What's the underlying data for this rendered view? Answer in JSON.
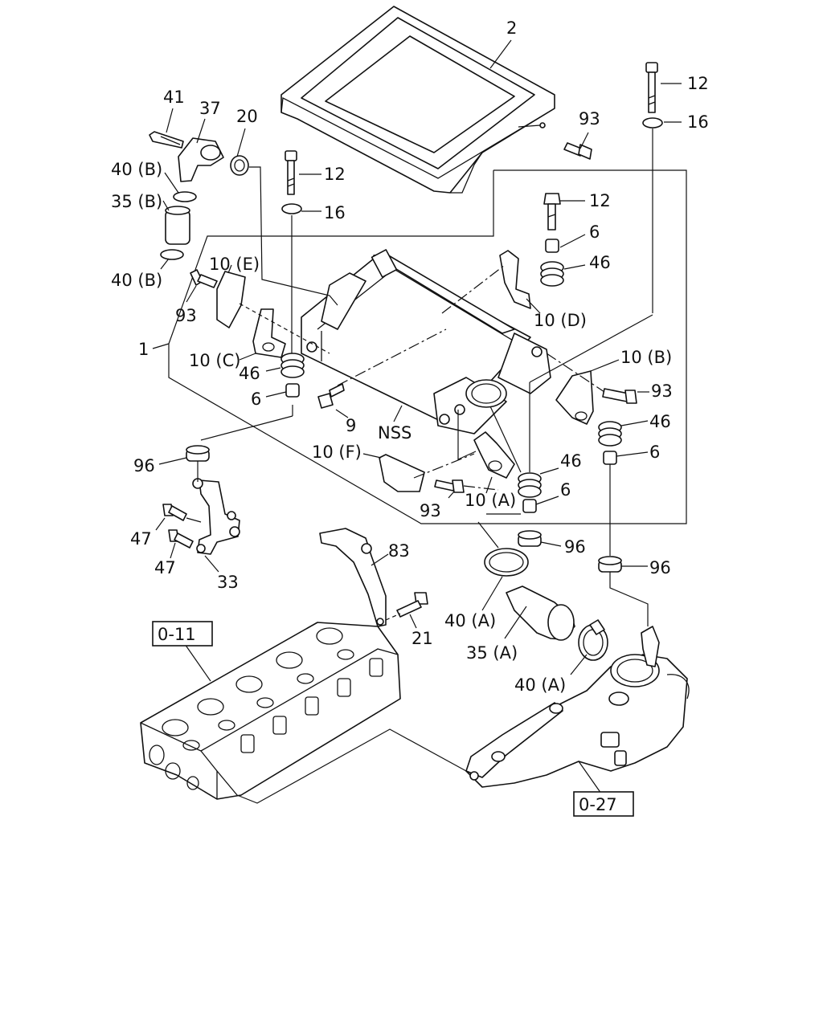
{
  "diagram": {
    "callouts": {
      "c_1": "1",
      "c_2": "2",
      "c_6a": "6",
      "c_6b": "6",
      "c_6c": "6",
      "c_6d": "6",
      "c_9": "9",
      "c_10A": "10 (A)",
      "c_10B": "10 (B)",
      "c_10C": "10 (C)",
      "c_10D": "10 (D)",
      "c_10E": "10 (E)",
      "c_10F": "10 (F)",
      "c_12a": "12",
      "c_12b": "12",
      "c_12c": "12",
      "c_16a": "16",
      "c_16b": "16",
      "c_20": "20",
      "c_21": "21",
      "c_33": "33",
      "c_35A": "35 (A)",
      "c_35B": "35 (B)",
      "c_37": "37",
      "c_40Aa": "40 (A)",
      "c_40Ab": "40 (A)",
      "c_40Ba": "40 (B)",
      "c_40Bb": "40 (B)",
      "c_41": "41",
      "c_46a": "46",
      "c_46b": "46",
      "c_46c": "46",
      "c_46d": "46",
      "c_47a": "47",
      "c_47b": "47",
      "c_83": "83",
      "c_93a": "93",
      "c_93b": "93",
      "c_93c": "93",
      "c_93d": "93",
      "c_96a": "96",
      "c_96b": "96",
      "c_96c": "96",
      "c_NSS": "NSS"
    },
    "references": {
      "ref_011": "0-11",
      "ref_027": "0-27"
    }
  }
}
